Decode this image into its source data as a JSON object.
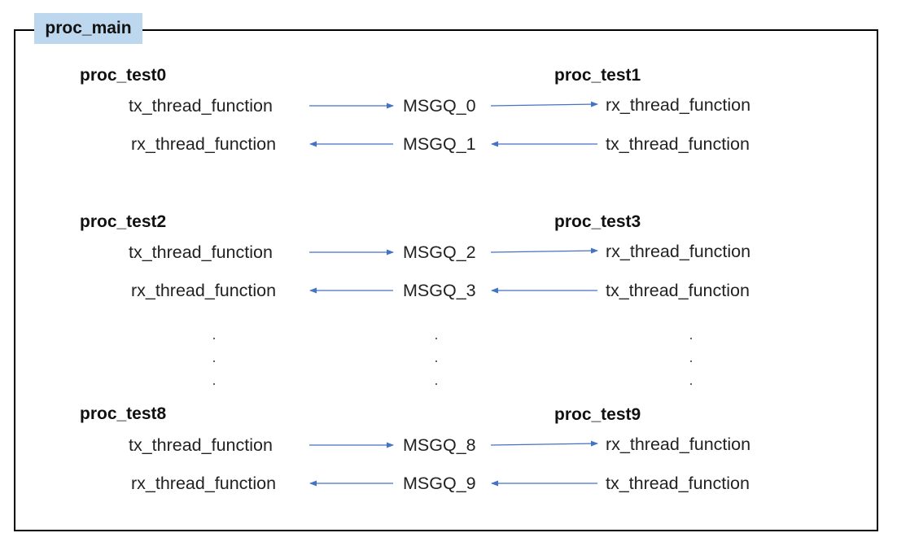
{
  "frame": {
    "title": "proc_main"
  },
  "groups": [
    {
      "left_title": "proc_test0",
      "right_title": "proc_test1",
      "rows": [
        {
          "left_fn": "tx_thread_function",
          "queue": "MSGQ_0",
          "right_fn": "rx_thread_function",
          "direction": "left-to-right"
        },
        {
          "left_fn": "rx_thread_function",
          "queue": "MSGQ_1",
          "right_fn": "tx_thread_function",
          "direction": "right-to-left"
        }
      ]
    },
    {
      "left_title": "proc_test2",
      "right_title": "proc_test3",
      "rows": [
        {
          "left_fn": "tx_thread_function",
          "queue": "MSGQ_2",
          "right_fn": "rx_thread_function",
          "direction": "left-to-right"
        },
        {
          "left_fn": "rx_thread_function",
          "queue": "MSGQ_3",
          "right_fn": "tx_thread_function",
          "direction": "right-to-left"
        }
      ]
    },
    {
      "left_title": "proc_test8",
      "right_title": "proc_test9",
      "rows": [
        {
          "left_fn": "tx_thread_function",
          "queue": "MSGQ_8",
          "right_fn": "rx_thread_function",
          "direction": "left-to-right"
        },
        {
          "left_fn": "rx_thread_function",
          "queue": "MSGQ_9",
          "right_fn": "tx_thread_function",
          "direction": "right-to-left"
        }
      ]
    }
  ],
  "colors": {
    "title_fill": "#bdd7ee",
    "arrow": "#4472c4",
    "frame_border": "#000000"
  }
}
